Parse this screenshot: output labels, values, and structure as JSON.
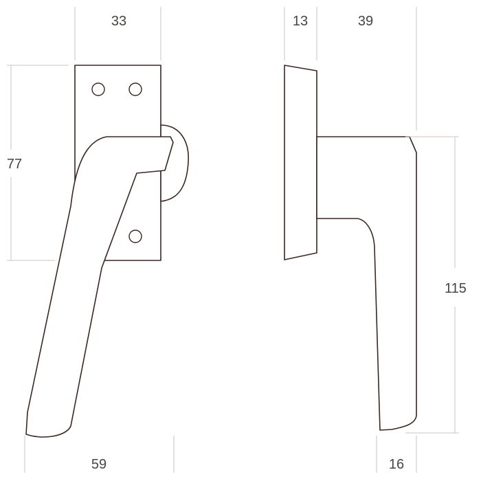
{
  "dimensions": {
    "front_plate_width": "33",
    "front_plate_height": "77",
    "front_handle_span": "59",
    "side_base_depth": "13",
    "side_handle_projection": "39",
    "side_handle_length": "115",
    "side_handle_tip": "16"
  },
  "colors": {
    "outline": "#3a2622",
    "dimension_line": "#c9c3bd",
    "label": "#4a4440"
  }
}
